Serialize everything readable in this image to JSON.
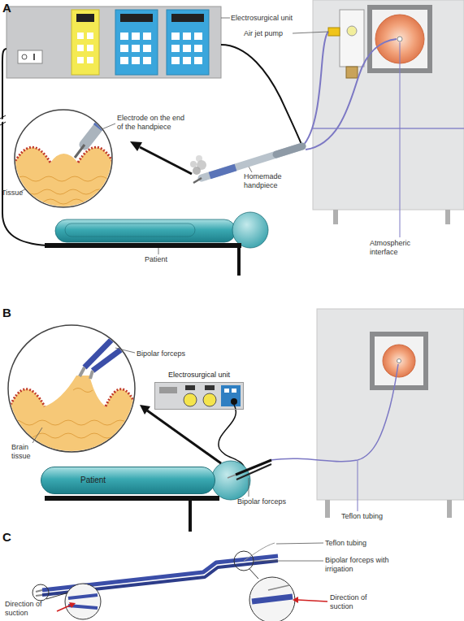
{
  "diagram": {
    "nodes": [
      {
        "text": [
          "Electrosurgical unit"
        ]
      },
      {
        "text": [
          "Patient"
        ]
      }
    ],
    "labels": [
      "A",
      "Electrosurgical unit",
      "Air jet pump",
      "Electrode on the end of the handpiece",
      "Tissue",
      "Homemade handpiece",
      "Patient",
      "Atmospheric interface",
      "B",
      "Bipolar forceps",
      "Brain tissue",
      "Bipolar forceps",
      "Teflon tubing",
      "C",
      "Teflon tubing",
      "Bipolar forceps with irrigation",
      "Direction of suction",
      "Direction of suction"
    ]
  }
}
